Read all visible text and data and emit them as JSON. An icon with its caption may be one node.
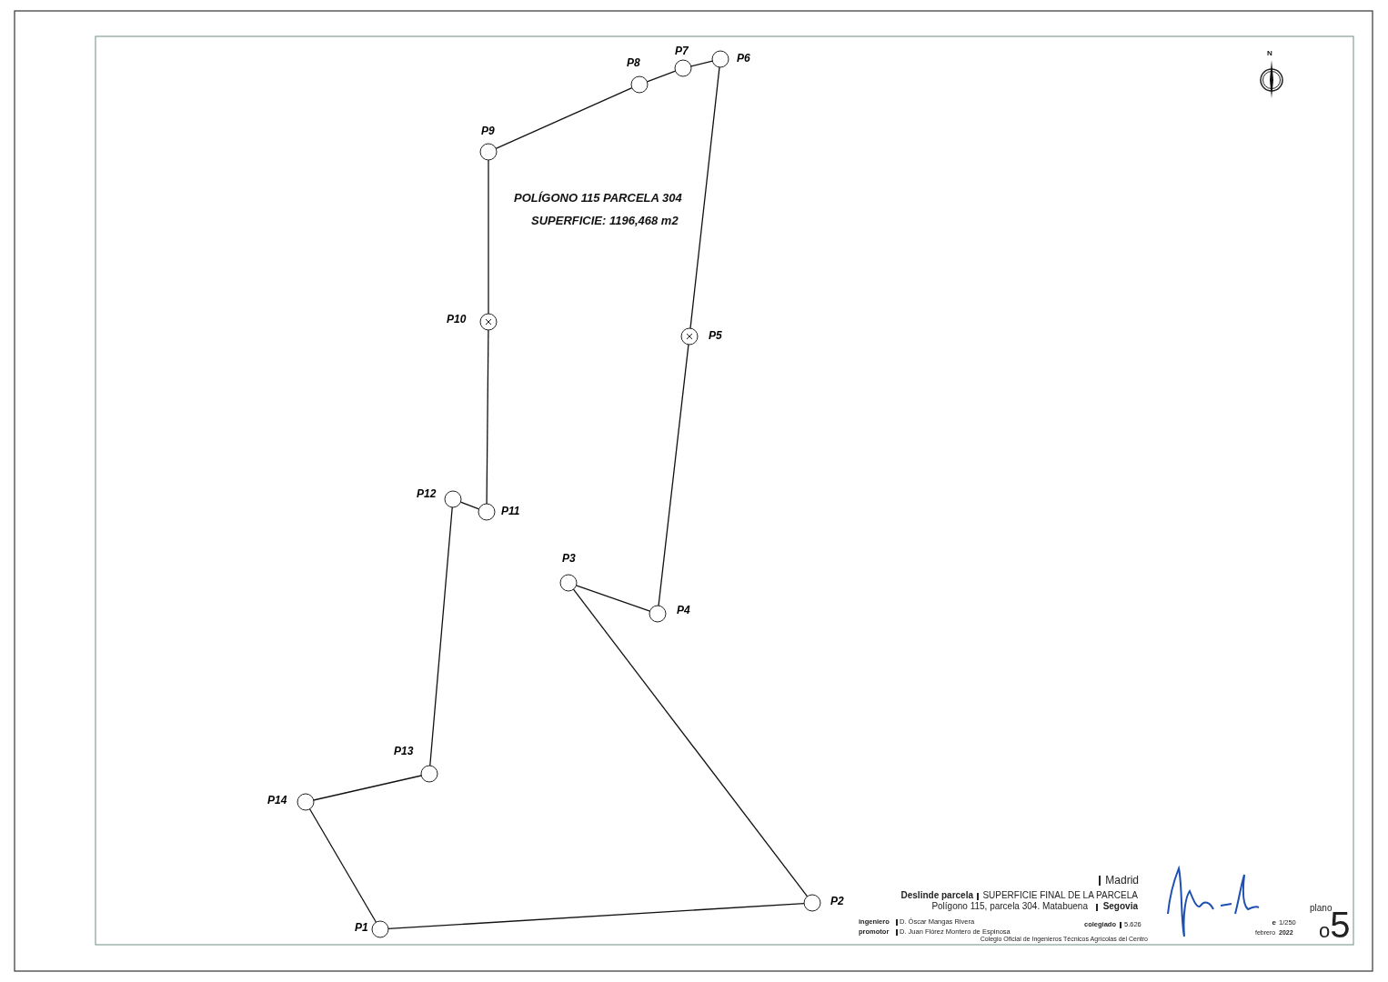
{
  "diagram": {
    "nodes": [
      {
        "text": [],
        "shape": "circle",
        "beside": [
          "P1"
        ]
      },
      {
        "text": [],
        "shape": "circle",
        "beside": [
          "P2"
        ]
      },
      {
        "text": [],
        "shape": "circle",
        "beside": [
          "P3"
        ]
      },
      {
        "text": [],
        "shape": "circle",
        "beside": [
          "P4"
        ]
      },
      {
        "text": [],
        "shape": "circle",
        "beside": [
          "P5"
        ]
      },
      {
        "text": [],
        "shape": "circle",
        "beside": [
          "P6"
        ]
      },
      {
        "text": [],
        "shape": "circle",
        "beside": [
          "P7"
        ]
      },
      {
        "text": [],
        "shape": "circle",
        "beside": [
          "P8"
        ]
      },
      {
        "text": [],
        "shape": "circle",
        "beside": [
          "P9"
        ]
      },
      {
        "text": [],
        "shape": "circle",
        "beside": [
          "P10"
        ]
      },
      {
        "text": [],
        "shape": "circle",
        "beside": [
          "P11"
        ]
      },
      {
        "text": [],
        "shape": "circle",
        "beside": [
          "P12"
        ]
      },
      {
        "text": [],
        "shape": "circle",
        "beside": [
          "P13"
        ]
      },
      {
        "text": [],
        "shape": "circle",
        "beside": [
          "P14"
        ]
      }
    ],
    "edges": [
      {
        "from": 0,
        "to": 1,
        "arrow": "none"
      },
      {
        "from": 1,
        "to": 2,
        "arrow": "none"
      },
      {
        "from": 2,
        "to": 3,
        "arrow": "none"
      },
      {
        "from": 3,
        "to": 4,
        "arrow": "none"
      },
      {
        "from": 4,
        "to": 5,
        "arrow": "none"
      },
      {
        "from": 5,
        "to": 6,
        "arrow": "none"
      },
      {
        "from": 6,
        "to": 7,
        "arrow": "none"
      },
      {
        "from": 7,
        "to": 8,
        "arrow": "none"
      },
      {
        "from": 8,
        "to": 9,
        "arrow": "none"
      },
      {
        "from": 9,
        "to": 10,
        "arrow": "none"
      },
      {
        "from": 10,
        "to": 11,
        "arrow": "none"
      },
      {
        "from": 11,
        "to": 12,
        "arrow": "none"
      },
      {
        "from": 12,
        "to": 13,
        "arrow": "none"
      },
      {
        "from": 13,
        "to": 0,
        "arrow": "none"
      }
    ],
    "labels": [
      "N",
      "POLÍGONO 115 PARCELA 304",
      "SUPERFICIE: 1196,468 m2",
      "Madrid",
      "Deslinde parcela",
      "SUPERFICIE FINAL DE LA PARCELA",
      "Polígono 115, parcela 304. Matabuena",
      "Segovia",
      "ingeniero",
      "D. Óscar Mangas Rivera",
      "colegiado",
      "5.626",
      "promotor",
      "D. Juan Flórez Montero de Espinosa",
      "Colegio Oficial de Ingenieros Técnicos Agrícolas del Centro",
      "e",
      "1/250",
      "febrero",
      "2022",
      "plano",
      "o5"
    ]
  }
}
